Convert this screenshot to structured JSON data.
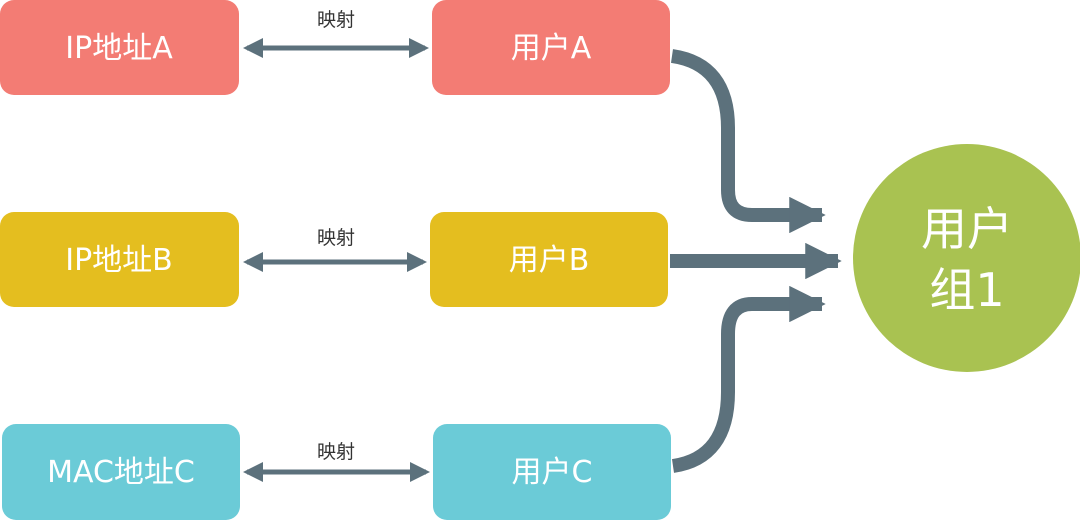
{
  "diagram": {
    "sources": [
      {
        "label": "IP地址A",
        "color": "#F37C74"
      },
      {
        "label": "IP地址B",
        "color": "#E4BE1F"
      },
      {
        "label": "MAC地址C",
        "color": "#6BCBD7"
      }
    ],
    "users": [
      {
        "label": "用户A",
        "color": "#F37C74"
      },
      {
        "label": "用户B",
        "color": "#E4BE1F"
      },
      {
        "label": "用户C",
        "color": "#6BCBD7"
      }
    ],
    "mapping_labels": [
      "映射",
      "映射",
      "映射"
    ],
    "group": {
      "label_line1": "用户",
      "label_line2": "组1",
      "color": "#A9C251"
    },
    "arrow_color": "#5C717C"
  }
}
